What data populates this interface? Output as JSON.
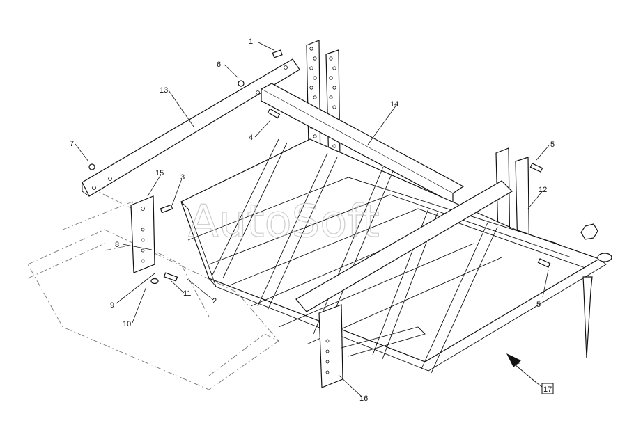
{
  "watermark": "AutoSoft",
  "callouts": {
    "c1": "1",
    "c2": "2",
    "c3": "3",
    "c4": "4",
    "c5a": "5",
    "c5b": "5",
    "c6": "6",
    "c7": "7",
    "c8": "8",
    "c9": "9",
    "c10": "10",
    "c11": "11",
    "c12": "12",
    "c13": "13",
    "c14": "14",
    "c15": "15",
    "c16": "16"
  },
  "reference_box": "17"
}
